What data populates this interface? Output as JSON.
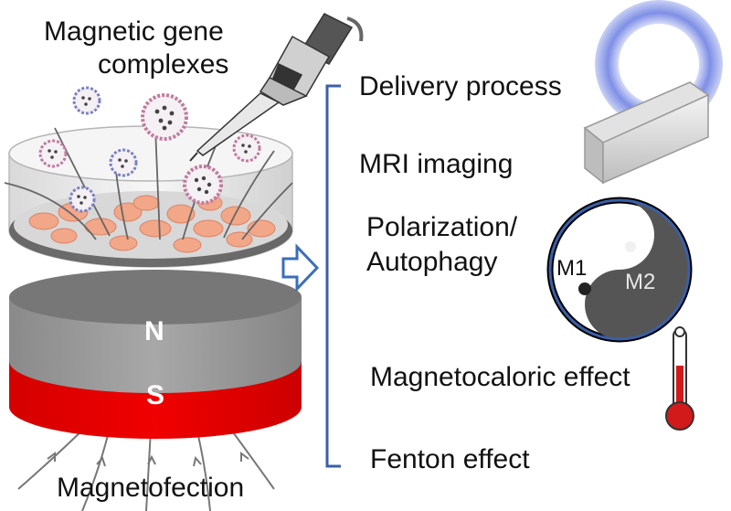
{
  "title": {
    "line1": "Magnetic gene",
    "line2": "complexes"
  },
  "magnet": {
    "north_label": "N",
    "south_label": "S"
  },
  "bottom_label": "Magnetofection",
  "effects": {
    "delivery": "Delivery process",
    "mri": "MRI imaging",
    "polarization_line1": "Polarization/",
    "polarization_line2": "Autophagy",
    "m1": "M1",
    "m2": "M2",
    "magnetocaloric": "Magnetocaloric effect",
    "fenton": "Fenton effect"
  },
  "colors": {
    "magnet_north": "#9a9a9a",
    "magnet_south": "#e00000",
    "bracket": "#3b5fa8",
    "arrow": "#3b6fb8",
    "cells": "#f2a788",
    "thermometer_red": "#d21a1a"
  },
  "icons": [
    "pipette-icon",
    "petri-dish-icon",
    "magnet-icon",
    "mri-scanner-icon",
    "yin-yang-icon",
    "thermometer-icon",
    "nanoparticle-icon"
  ]
}
